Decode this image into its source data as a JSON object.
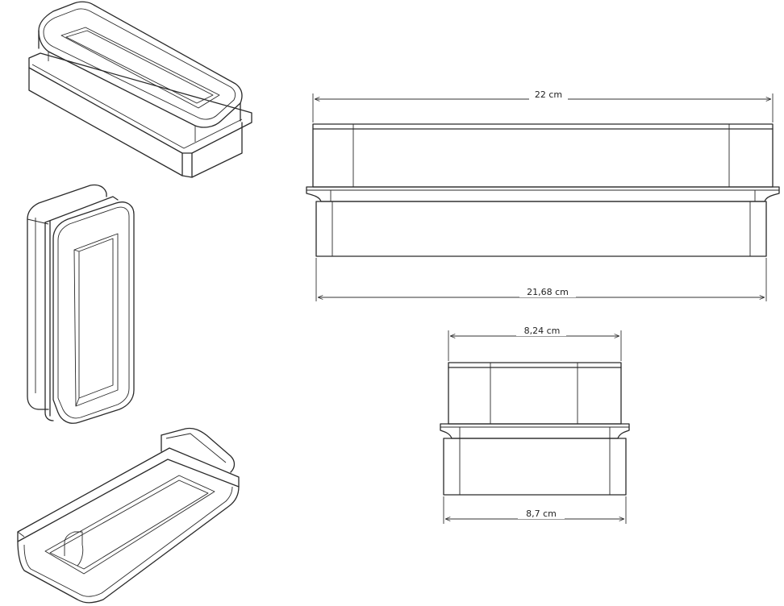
{
  "dimensions": {
    "top_length": "22 cm",
    "bottom_length": "21,68 cm",
    "top_width": "8,24 cm",
    "bottom_width": "8,7 cm"
  },
  "style": {
    "line_color": "#2a2a2a",
    "background": "#ffffff"
  }
}
